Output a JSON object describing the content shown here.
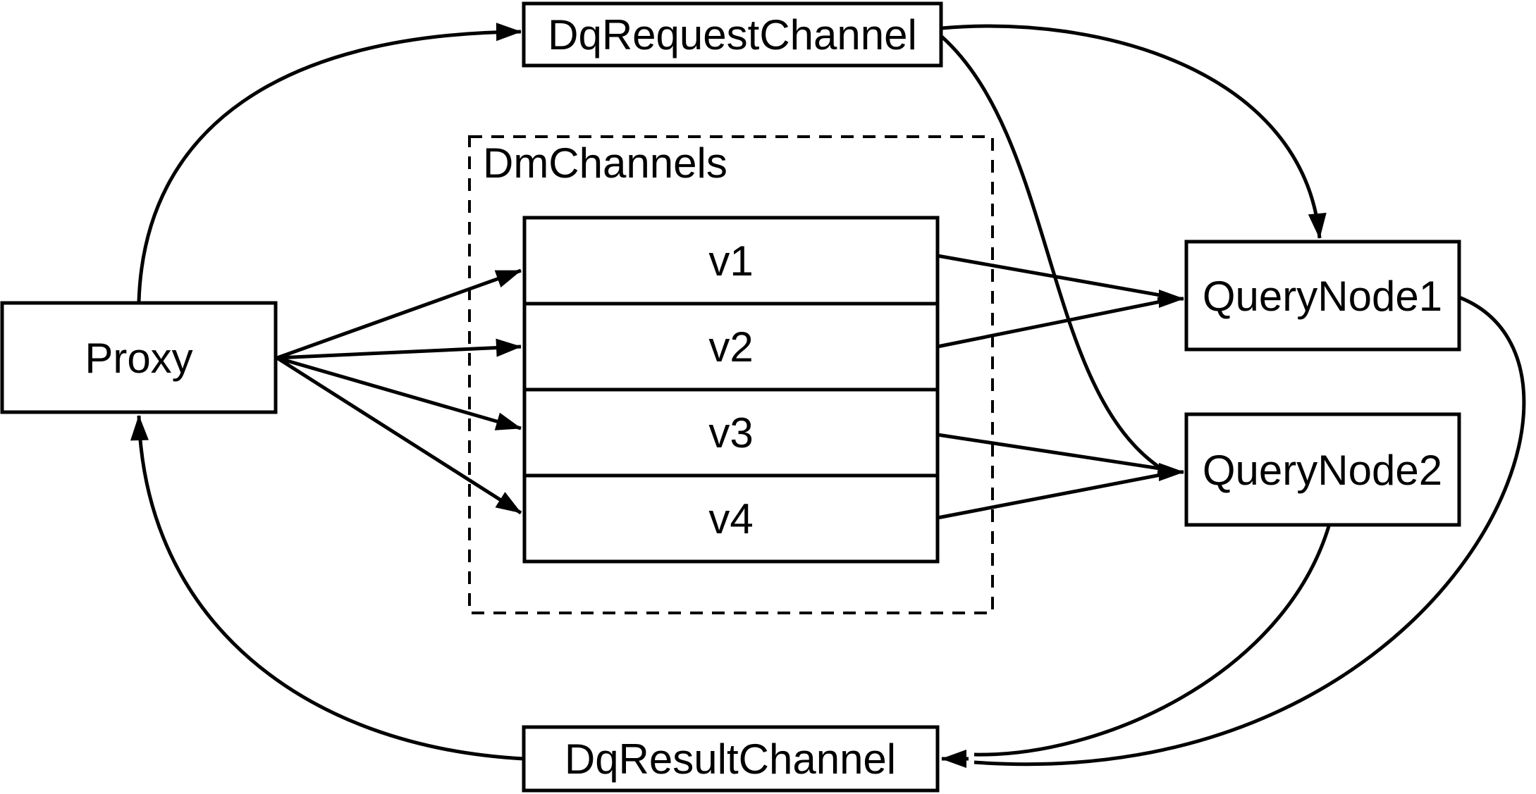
{
  "diagram": {
    "background_color": "#ffffff",
    "stroke_color": "#000000",
    "nodes": {
      "proxy": "Proxy",
      "dq_request_channel": "DqRequestChannel",
      "dm_channels_group": "DmChannels",
      "channels": [
        "v1",
        "v2",
        "v3",
        "v4"
      ],
      "query_node_1": "QueryNode1",
      "query_node_2": "QueryNode2",
      "dq_result_channel": "DqResultChannel"
    },
    "edges": [
      {
        "from": "Proxy",
        "to": "DqRequestChannel"
      },
      {
        "from": "Proxy",
        "to": "v1"
      },
      {
        "from": "Proxy",
        "to": "v2"
      },
      {
        "from": "Proxy",
        "to": "v3"
      },
      {
        "from": "Proxy",
        "to": "v4"
      },
      {
        "from": "v1",
        "to": "QueryNode1"
      },
      {
        "from": "v2",
        "to": "QueryNode1"
      },
      {
        "from": "v3",
        "to": "QueryNode2"
      },
      {
        "from": "v4",
        "to": "QueryNode2"
      },
      {
        "from": "DqRequestChannel",
        "to": "QueryNode1"
      },
      {
        "from": "DqRequestChannel",
        "to": "QueryNode2"
      },
      {
        "from": "QueryNode1",
        "to": "DqResultChannel"
      },
      {
        "from": "QueryNode2",
        "to": "DqResultChannel"
      },
      {
        "from": "DqResultChannel",
        "to": "Proxy"
      }
    ]
  }
}
